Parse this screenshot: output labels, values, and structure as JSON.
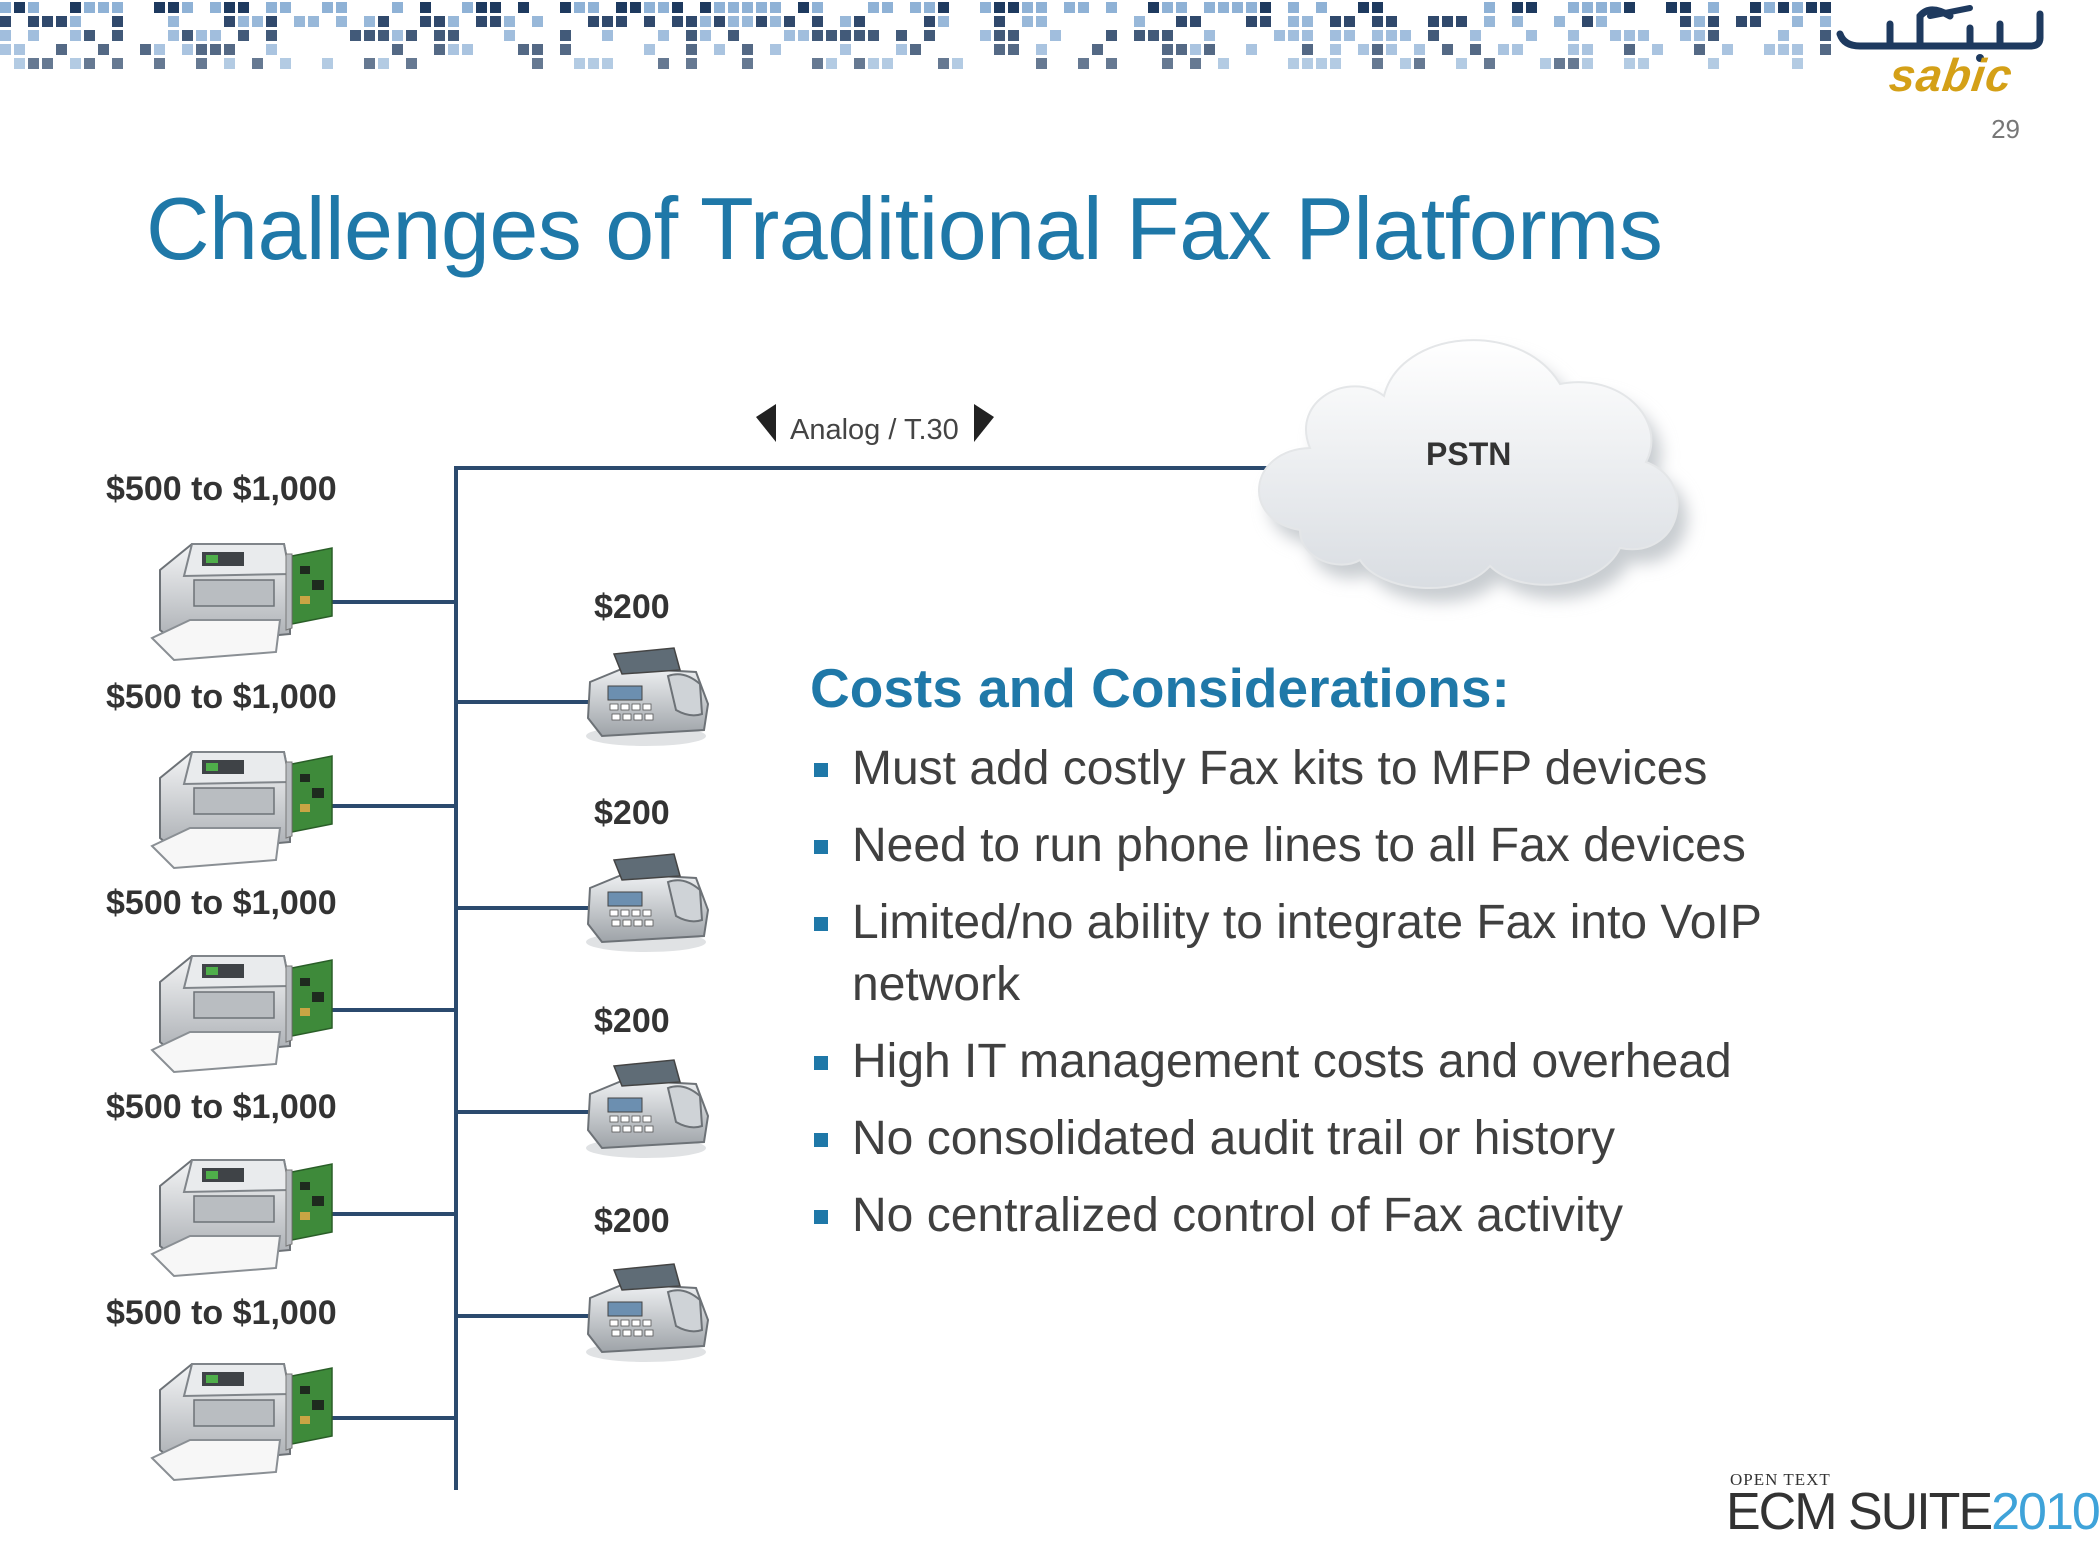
{
  "header": {
    "logo_arabic": "سابك",
    "logo_latin": "sabic",
    "slide_number": "29"
  },
  "title": "Challenges of Traditional Fax Platforms",
  "diagram": {
    "connection_label": "Analog / T.30",
    "cloud_label": "PSTN",
    "printer_prices": [
      "$500 to $1,000",
      "$500 to $1,000",
      "$500 to $1,000",
      "$500 to $1,000",
      "$500 to $1,000"
    ],
    "fax_prices": [
      "$200",
      "$200",
      "$200",
      "$200"
    ]
  },
  "costs": {
    "heading": "Costs and Considerations:",
    "bullets": [
      "Must add costly Fax kits to MFP devices",
      "Need to run phone lines to all Fax devices",
      "Limited/no ability to integrate Fax into VoIP network",
      "High IT management costs and overhead",
      "No consolidated audit trail or history",
      "No centralized control of Fax activity"
    ]
  },
  "footer": {
    "brand_small": "OPEN TEXT",
    "brand_main": "ECM SUITE",
    "brand_year": "2010"
  },
  "colors": {
    "title_blue": "#1f78a8",
    "line_navy": "#2b4a6e",
    "mosaic_dark": "#1e3a5f",
    "mosaic_light": "#8fb2d6",
    "logo_gold": "#d4a017"
  },
  "icons": [
    "printer-icon",
    "fax-modem-card-icon",
    "fax-machine-icon",
    "cloud-icon",
    "arrow-left-icon",
    "arrow-right-icon",
    "bullet-square-icon"
  ]
}
